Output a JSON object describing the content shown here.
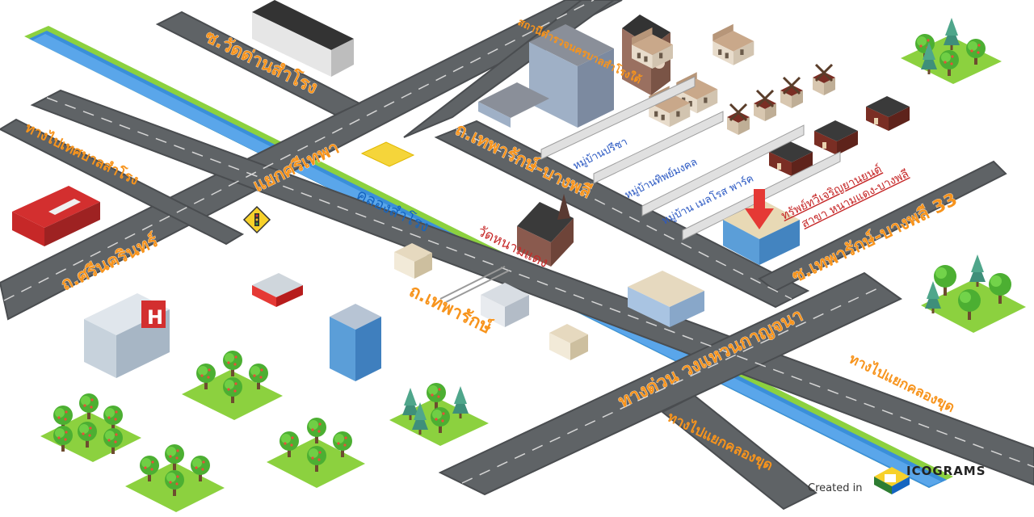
{
  "roads": {
    "wat_dan_samrong": "ซ.วัดด่านสำโรง",
    "to_tao_samrong": "ทางไปเทศบาลสำโรง",
    "srinakarin": "ถ.ศรีนครินทร์",
    "srithepha_junction": "แยกศรีเทพา",
    "thepharak_bangphli": "ถ.เทพารักษ์-บางพลี",
    "thepharak": "ถ.เทพารักษ์",
    "soi_thepharak_33": "ซ.เทพารักษ์-บางพลี 33",
    "expressway": "ทางด่วน วงแหวนกาญจนา",
    "to_khlong_khut_1": "ทางไปแยกคลองขุด",
    "to_khlong_khut_2": "ทางไปแยกคลองขุด"
  },
  "places": {
    "police_station": "สถานีตำรวจนครบาลสำโรงใต้",
    "village_preecha": "หมู่บ้านปรีชา",
    "village_thipmongkol": "หมู่บ้านทิพย์มงคล",
    "village_melrose": "หมู่บ้าน เมลโรส พาร์ค",
    "canal": "คลองสำโรง",
    "temple": "วัดหนามแดง",
    "bank_line1": "ทรัพย์ทวีเจริญยานยนต์",
    "bank_line2": "สาขา หนามแดง-บางพลี"
  },
  "credit": {
    "created_in": "Created in",
    "brand": "ICOGRAMS"
  },
  "colors": {
    "road": "#5f6366",
    "road_edge": "#4a4d50",
    "lane": "#d6d6d6",
    "canal": "#3b8fd9",
    "grass": "#8cd13f",
    "label_orange": "#f7941d",
    "label_blue": "#2b59c3",
    "marker_red": "#e53935"
  }
}
